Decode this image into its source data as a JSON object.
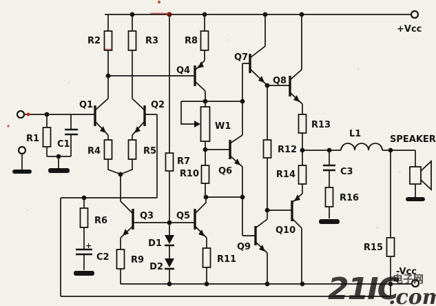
{
  "labels": {
    "r1": "R1",
    "r2": "R2",
    "r3": "R3",
    "r4": "R4",
    "r5": "R5",
    "r6": "R6",
    "r7": "R7",
    "r8": "R8",
    "r9": "R9",
    "r10": "R10",
    "r11": "R11",
    "r12": "R12",
    "r13": "R13",
    "r14": "R14",
    "r15": "R15",
    "r16": "R16",
    "c1": "C1",
    "c2": "C2",
    "c3": "C3",
    "c2_polarity": "+",
    "d1": "D1",
    "d2": "D2",
    "q1": "Q1",
    "q2": "Q2",
    "q3": "Q3",
    "q4": "Q4",
    "q5": "Q5",
    "q6": "Q6",
    "q7": "Q7",
    "q8": "Q8",
    "q9": "Q9",
    "q10": "Q10",
    "w1": "W1",
    "l1": "L1",
    "speaker": "SPEAKER",
    "vcc_positive": "+Vcc",
    "vcc_negative": "-Vcc"
  },
  "watermark": {
    "brand": "21IC",
    "site_name_cn": "电子网",
    "domain_suffix": ".com"
  },
  "colors": {
    "ink": "#141414",
    "paper": "#f3f1ea",
    "annotation_red": "#c0281e",
    "watermark_red": "#d2433c",
    "watermark_gray": "#b3a1a7"
  }
}
